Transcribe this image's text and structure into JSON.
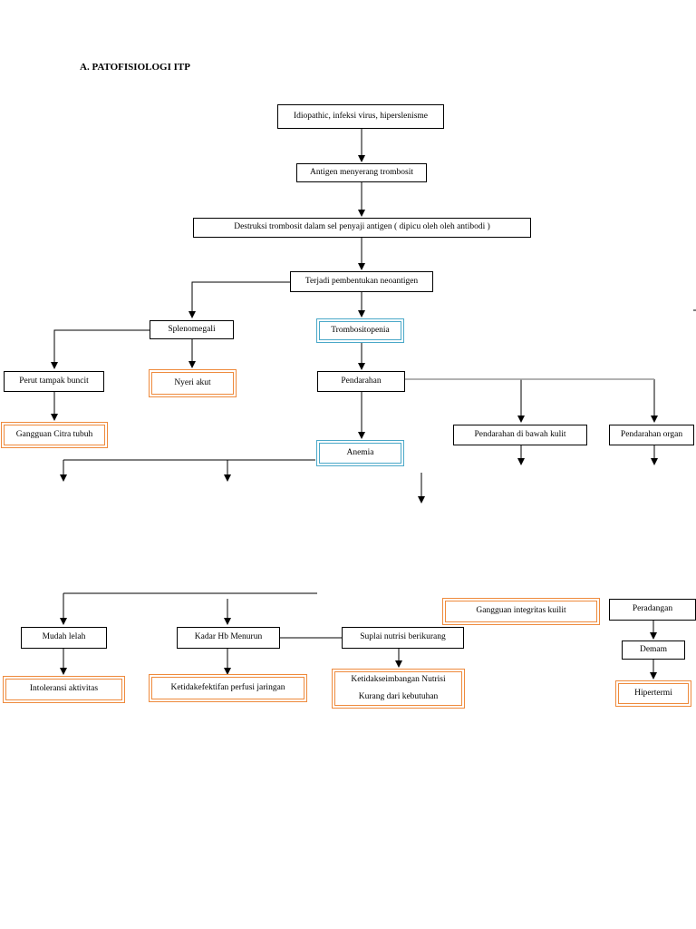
{
  "heading": "A.  PATOFISIOLOGI ITP",
  "diagram": {
    "nodes": {
      "cause": "Idiopathic, infeksi virus, hiperslenisme",
      "antigen": "Antigen menyerang trombosit",
      "destruction": "Destruksi trombosit dalam sel penyaji antigen ( dipicu oleh oleh antibodi )",
      "neoantigen": "Terjadi pembentukan neoantigen",
      "splenomegaly": "Splenomegali",
      "thrombocytopenia": "Trombositopenia",
      "distended_abdomen": "Perut tampak buncit",
      "acute_pain": "Nyeri akut",
      "bleeding": "Pendarahan",
      "body_image": "Gangguan Citra tubuh",
      "subcutaneous_bleeding": "Pendarahan di bawah kulit",
      "organ_bleeding": "Pendarahan organ",
      "anemia": "Anemia",
      "skin_integrity": "Gangguan integritas kuilit",
      "inflammation": "Peradangan",
      "easy_fatigue": "Mudah lelah",
      "low_hb": "Kadar Hb Menurun",
      "poor_nutrition": "Suplai nutrisi berikurang",
      "fever": "Demam",
      "activity_intolerance": "Intoleransi aktivitas",
      "tissue_perfusion": "Ketidakefektifan perfusi jaringan",
      "nutrition_imbalance_line1": "Ketidakseimbangan Nutrisi",
      "nutrition_imbalance_line2": "Kurang dari kebutuhan",
      "hyperthermia": "Hipertermi"
    },
    "colors": {
      "nursing_diagnosis_border": "#ee8a3c",
      "key_condition_border": "#4aa8c8",
      "line": "#000000",
      "branch_line": "#999999"
    }
  }
}
